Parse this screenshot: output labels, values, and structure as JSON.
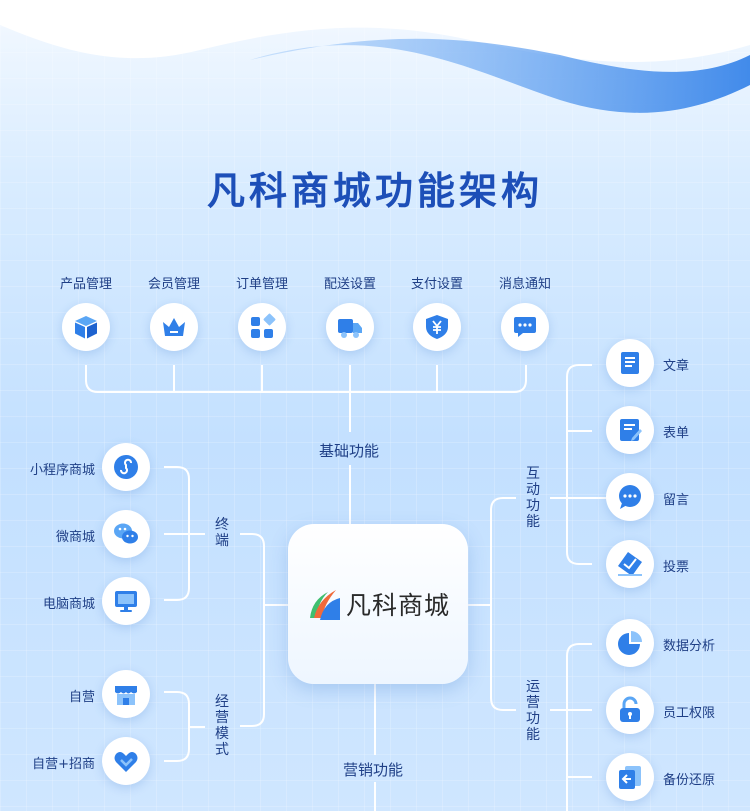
{
  "title": "凡科商城功能架构",
  "center_brand": "凡科商城",
  "sections": {
    "basic": "基础功能",
    "terminal": "终端",
    "business_mode": "经营模式",
    "interactive": "互动功能",
    "operation": "运营功能",
    "marketing": "营销功能"
  },
  "basic_items": [
    {
      "label": "产品管理",
      "icon": "box-icon"
    },
    {
      "label": "会员管理",
      "icon": "crown-icon"
    },
    {
      "label": "订单管理",
      "icon": "grid-icon"
    },
    {
      "label": "配送设置",
      "icon": "truck-icon"
    },
    {
      "label": "支付设置",
      "icon": "yuan-shield-icon"
    },
    {
      "label": "消息通知",
      "icon": "chat-bubble-icon"
    }
  ],
  "terminal_items": [
    {
      "label": "小程序商城",
      "icon": "miniprogram-icon"
    },
    {
      "label": "微商城",
      "icon": "wechat-icon"
    },
    {
      "label": "电脑商城",
      "icon": "monitor-icon"
    }
  ],
  "business_items": [
    {
      "label": "自营",
      "icon": "store-icon"
    },
    {
      "label": "自营+招商",
      "icon": "handshake-icon"
    }
  ],
  "interactive_items": [
    {
      "label": "文章",
      "icon": "article-icon"
    },
    {
      "label": "表单",
      "icon": "form-icon"
    },
    {
      "label": "留言",
      "icon": "message-icon"
    },
    {
      "label": "投票",
      "icon": "vote-icon"
    }
  ],
  "operation_items": [
    {
      "label": "数据分析",
      "icon": "pie-chart-icon"
    },
    {
      "label": "员工权限",
      "icon": "lock-icon"
    },
    {
      "label": "备份还原",
      "icon": "backup-icon"
    }
  ],
  "colors": {
    "primary": "#2f7fe8",
    "dark": "#1d4fb8",
    "text": "#1f3f86",
    "line": "#ffffff"
  }
}
